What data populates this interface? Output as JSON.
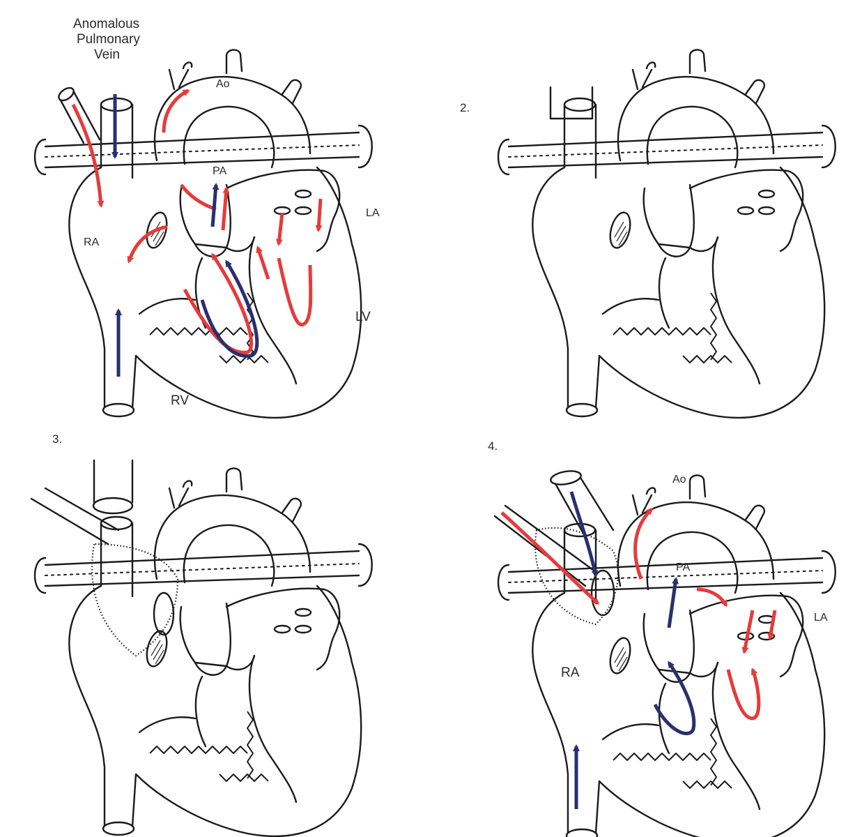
{
  "labels": {
    "anomalous_vein_line1": "Anomalous",
    "anomalous_vein_line2": "Pulmonary",
    "anomalous_vein_line3": "Vein",
    "p1_ao": "Ao",
    "p1_pa": "PA",
    "p1_la": "LA",
    "p1_ra": "RA",
    "p1_lv": "LV",
    "p1_rv": "RV",
    "p2_number": "2.",
    "p3_number": "3.",
    "p4_number": "4.",
    "p4_ao": "Ao",
    "p4_pa": "PA",
    "p4_ra": "RA",
    "p4_la": "LA"
  },
  "colors": {
    "oxygenated_arrow": "#e63b3b",
    "deoxygenated_arrow": "#2a2f6e",
    "outline": "#1a1a1a"
  }
}
